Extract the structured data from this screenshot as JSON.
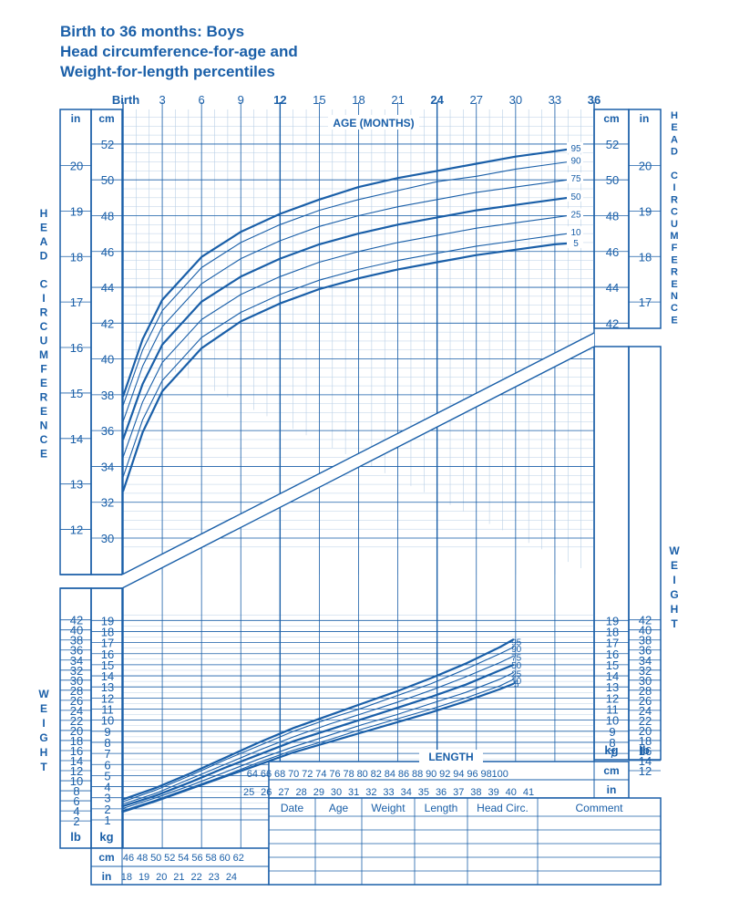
{
  "title_lines": [
    "Birth to 36 months: Boys",
    "Head circumference-for-age and",
    "Weight-for-length percentiles"
  ],
  "colors": {
    "primary": "#1a5fa8",
    "grid_minor": "#b9cfe6",
    "grid_major": "#1a5fa8",
    "background": "#ffffff"
  },
  "labels": {
    "age_months": "AGE (MONTHS)",
    "length": "LENGTH",
    "head_circumference_vertical": [
      "H",
      "E",
      "A",
      "D",
      "",
      "C",
      "I",
      "R",
      "C",
      "U",
      "M",
      "F",
      "E",
      "R",
      "E",
      "N",
      "C",
      "E"
    ],
    "weight_vertical": [
      "W",
      "E",
      "I",
      "G",
      "H",
      "T"
    ],
    "units": {
      "in": "in",
      "cm": "cm",
      "kg": "kg",
      "lb": "lb"
    }
  },
  "table": {
    "headers": [
      "Date",
      "Age",
      "Weight",
      "Length",
      "Head Circ.",
      "Comment"
    ],
    "rows": 6
  },
  "chart_data": [
    {
      "type": "line",
      "name": "Head circumference-for-age",
      "xlabel": "AGE (MONTHS)",
      "ylabel": "HEAD CIRCUMFERENCE",
      "x_ticks": [
        "Birth",
        "3",
        "6",
        "9",
        "12",
        "15",
        "18",
        "21",
        "24",
        "27",
        "30",
        "33",
        "36"
      ],
      "xlim": [
        0,
        36
      ],
      "ylim_cm": [
        29,
        53.5
      ],
      "y_ticks_cm": [
        30,
        32,
        34,
        36,
        38,
        40,
        42,
        44,
        46,
        48,
        50,
        52
      ],
      "y_ticks_in": [
        12,
        13,
        14,
        15,
        16,
        17,
        18,
        19,
        20
      ],
      "y_ticks_right_cm": [
        42,
        44,
        46,
        48,
        50,
        52
      ],
      "y_ticks_right_in": [
        17,
        18,
        19,
        20
      ],
      "grid": true,
      "x": [
        0,
        1.5,
        3,
        6,
        9,
        12,
        15,
        18,
        21,
        24,
        27,
        30,
        33,
        35
      ],
      "series": [
        {
          "name": "95",
          "values": [
            37.9,
            41.1,
            43.3,
            45.7,
            47.1,
            48.1,
            48.9,
            49.6,
            50.1,
            50.5,
            50.9,
            51.3,
            51.6,
            51.8
          ]
        },
        {
          "name": "90",
          "values": [
            37.4,
            40.5,
            42.7,
            45.1,
            46.5,
            47.5,
            48.3,
            48.9,
            49.4,
            49.9,
            50.2,
            50.6,
            50.9,
            51.1
          ]
        },
        {
          "name": "75",
          "values": [
            36.5,
            39.6,
            41.8,
            44.2,
            45.6,
            46.6,
            47.4,
            48.0,
            48.5,
            48.9,
            49.3,
            49.6,
            49.9,
            50.1
          ]
        },
        {
          "name": "50",
          "values": [
            35.5,
            38.6,
            40.8,
            43.2,
            44.6,
            45.6,
            46.4,
            47.0,
            47.5,
            47.9,
            48.3,
            48.6,
            48.9,
            49.1
          ]
        },
        {
          "name": "25",
          "values": [
            34.5,
            37.6,
            39.8,
            42.2,
            43.6,
            44.6,
            45.4,
            46.0,
            46.5,
            46.9,
            47.3,
            47.6,
            47.9,
            48.1
          ]
        },
        {
          "name": "10",
          "values": [
            33.4,
            36.6,
            38.8,
            41.2,
            42.6,
            43.6,
            44.4,
            45.0,
            45.5,
            45.9,
            46.3,
            46.6,
            46.9,
            47.1
          ]
        },
        {
          "name": "5",
          "values": [
            32.6,
            35.9,
            38.2,
            40.6,
            42.1,
            43.1,
            43.9,
            44.5,
            45.0,
            45.4,
            45.8,
            46.1,
            46.4,
            46.5
          ]
        }
      ]
    },
    {
      "type": "line",
      "name": "Weight-for-length",
      "xlabel": "LENGTH",
      "ylabel": "WEIGHT",
      "x_ticks_cm": [
        46,
        48,
        50,
        52,
        54,
        56,
        58,
        60,
        62,
        64,
        66,
        68,
        70,
        72,
        74,
        76,
        78,
        80,
        82,
        84,
        86,
        88,
        90,
        92,
        94,
        96,
        98,
        100
      ],
      "x_ticks_in": [
        18,
        19,
        20,
        21,
        22,
        23,
        24,
        25,
        26,
        27,
        28,
        29,
        30,
        31,
        32,
        33,
        34,
        35,
        36,
        37,
        38,
        39,
        40,
        41
      ],
      "xlim_cm": [
        45,
        103
      ],
      "ylim_kg": [
        1,
        19.5
      ],
      "y_ticks_kg": [
        1,
        2,
        3,
        4,
        5,
        6,
        7,
        8,
        9,
        10,
        11,
        12,
        13,
        14,
        15,
        16,
        17,
        18,
        19
      ],
      "y_ticks_lb": [
        2,
        4,
        6,
        8,
        10,
        12,
        14,
        16,
        18,
        20,
        22,
        24,
        26,
        28,
        30,
        32,
        34,
        36,
        38,
        40,
        42
      ],
      "grid": true,
      "x": [
        45,
        50,
        55,
        60,
        65,
        70,
        75,
        80,
        85,
        90,
        95,
        100,
        102
      ],
      "series": [
        {
          "name": "95",
          "values": [
            2.8,
            3.9,
            5.2,
            6.6,
            8.0,
            9.3,
            10.4,
            11.5,
            12.6,
            13.8,
            15.1,
            16.6,
            17.3
          ]
        },
        {
          "name": "90",
          "values": [
            2.6,
            3.7,
            5.0,
            6.4,
            7.7,
            9.0,
            10.1,
            11.1,
            12.2,
            13.3,
            14.6,
            16.0,
            16.6
          ]
        },
        {
          "name": "75",
          "values": [
            2.4,
            3.4,
            4.7,
            6.0,
            7.3,
            8.5,
            9.6,
            10.6,
            11.6,
            12.7,
            13.9,
            15.2,
            15.8
          ]
        },
        {
          "name": "50",
          "values": [
            2.2,
            3.2,
            4.4,
            5.7,
            6.9,
            8.1,
            9.1,
            10.1,
            11.1,
            12.1,
            13.2,
            14.5,
            15.0
          ]
        },
        {
          "name": "25",
          "values": [
            2.0,
            3.0,
            4.1,
            5.3,
            6.5,
            7.6,
            8.6,
            9.6,
            10.5,
            11.5,
            12.5,
            13.7,
            14.3
          ]
        },
        {
          "name": "10",
          "values": [
            1.8,
            2.8,
            3.9,
            5.0,
            6.2,
            7.3,
            8.2,
            9.2,
            10.1,
            11.0,
            12.0,
            13.1,
            13.7
          ]
        },
        {
          "name": "5",
          "values": [
            1.7,
            2.7,
            3.8,
            4.9,
            6.0,
            7.1,
            8.0,
            8.9,
            9.8,
            10.7,
            11.7,
            12.8,
            13.3
          ]
        }
      ]
    }
  ]
}
